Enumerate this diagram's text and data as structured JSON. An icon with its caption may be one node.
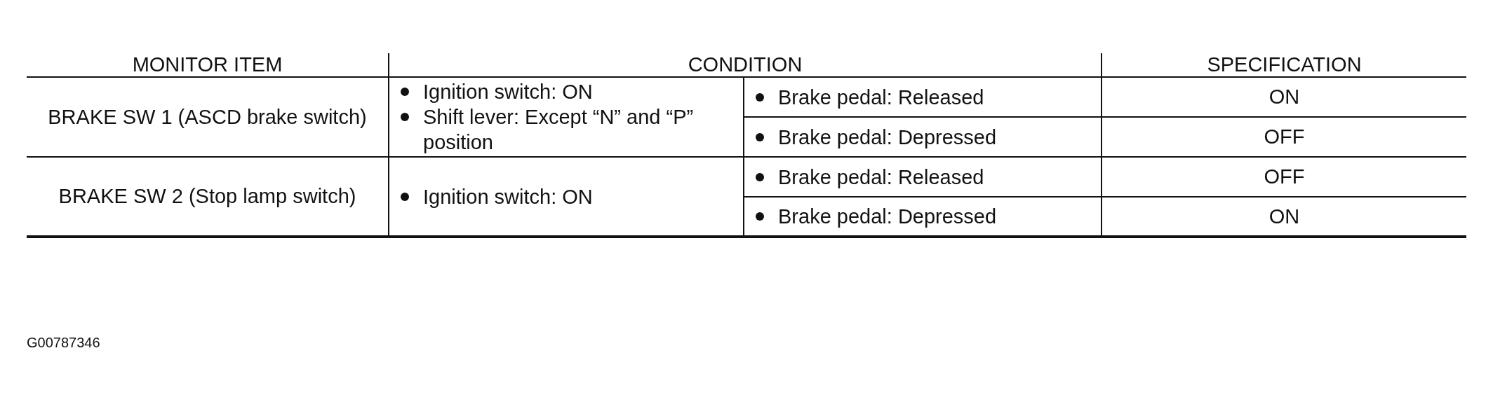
{
  "diagram": {
    "labels": [
      "MONITOR ITEM",
      "CONDITION",
      "SPECIFICATION",
      "BRAKE SW 1 (ASCD brake switch)",
      "Ignition switch: ON",
      "Shift lever: Except “N” and “P” position",
      "Brake pedal: Released",
      "ON",
      "Brake pedal: Depressed",
      "OFF",
      "BRAKE SW 2 (Stop lamp switch)",
      "Ignition switch: ON",
      "Brake pedal: Released",
      "OFF",
      "Brake pedal: Depressed",
      "ON",
      "G00787346"
    ]
  }
}
